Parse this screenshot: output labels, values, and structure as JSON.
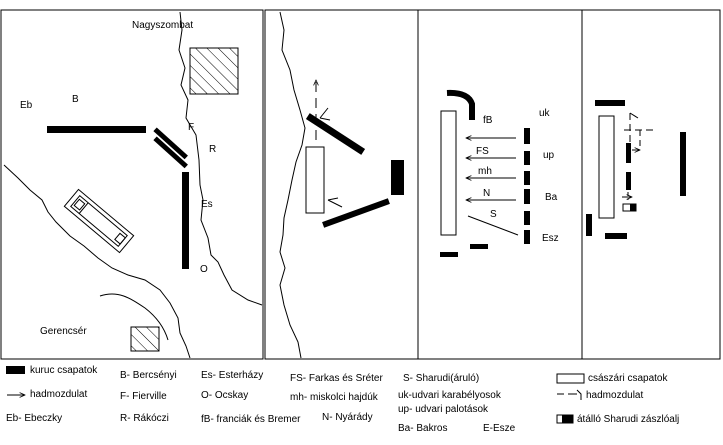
{
  "panel1": {
    "town_top": "Nagyszombat",
    "town_bottom": "Gerencsér",
    "labels": {
      "eb": "Eb",
      "b": "B",
      "f": "F",
      "r": "R",
      "es": "Es",
      "o": "O"
    }
  },
  "panel3": {
    "labels": {
      "fb": "fB",
      "fs": "FS",
      "mh": "mh",
      "n": "N",
      "s": "S",
      "uk": "uk",
      "up": "up",
      "ba": "Ba",
      "esz": "Esz"
    }
  },
  "legend": {
    "col1": [
      "kuruc csapatok",
      "hadmozdulat",
      "Eb- Ebeczky"
    ],
    "col2": [
      "B- Bercsényi",
      "F- Fierville",
      "R- Rákóczi"
    ],
    "col3": [
      "Es- Esterházy",
      "O- Ocskay",
      "fB- franciák és Bremer"
    ],
    "col4": [
      "FS- Farkas és Sréter",
      "mh- miskolci hajdúk",
      "N- Nyárády"
    ],
    "col5": [
      "S- Sharudi(áruló)",
      "uk-udvari karabélyosok",
      "up- udvari palotások",
      "Ba- Bakros",
      "E-Esze"
    ],
    "col6": [
      "császári csapatok",
      "hadmozdulat",
      "átálló Sharudi zászlóalj"
    ]
  },
  "colors": {
    "ink": "#000000",
    "background": "#ffffff"
  }
}
